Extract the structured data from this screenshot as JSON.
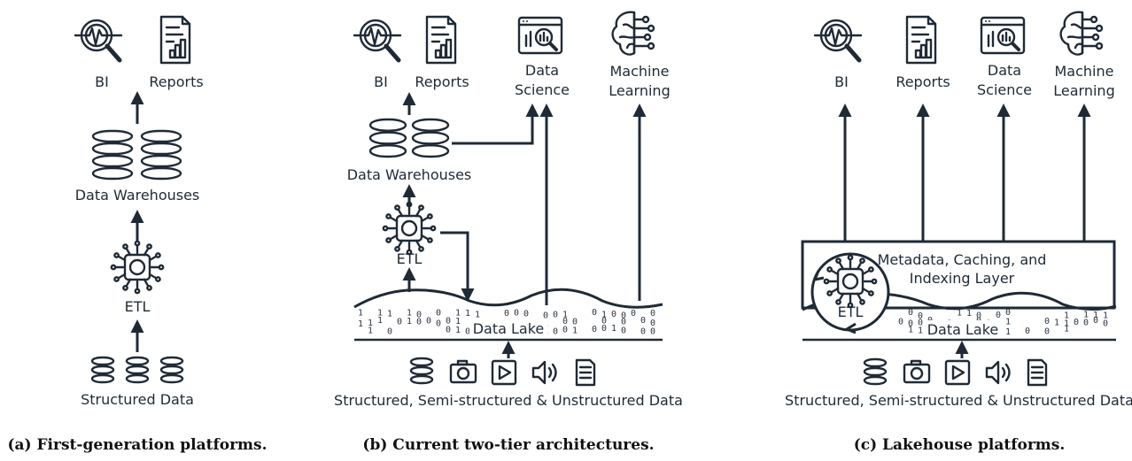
{
  "panels": {
    "a": {
      "caption": "(a) First-generation platforms.",
      "bi": "BI",
      "reports": "Reports",
      "warehouses": "Data Warehouses",
      "etl": "ETL",
      "source": "Structured Data"
    },
    "b": {
      "caption": "(b) Current two-tier architectures.",
      "bi": "BI",
      "reports": "Reports",
      "ds1": "Data",
      "ds2": "Science",
      "ml1": "Machine",
      "ml2": "Learning",
      "warehouses": "Data Warehouses",
      "etl": "ETL",
      "lake": "Data Lake",
      "source": "Structured, Semi-structured & Unstructured Data"
    },
    "c": {
      "caption": "(c) Lakehouse platforms.",
      "bi": "BI",
      "reports": "Reports",
      "ds1": "Data",
      "ds2": "Science",
      "ml1": "Machine",
      "ml2": "Learning",
      "meta1": "Metadata, Caching, and",
      "meta2": "Indexing Layer",
      "etl": "ETL",
      "lake": "Data Lake",
      "source": "Structured, Semi-structured & Unstructured Data"
    }
  },
  "icons": [
    "bi-magnifier-icon",
    "report-icon",
    "data-science-icon",
    "machine-learning-brain-icon",
    "database-icon",
    "etl-chip-icon",
    "camera-icon",
    "video-icon",
    "audio-icon",
    "document-icon"
  ],
  "colors": {
    "ink": "#1f2a36",
    "caption": "#111111",
    "background": "#ffffff"
  }
}
